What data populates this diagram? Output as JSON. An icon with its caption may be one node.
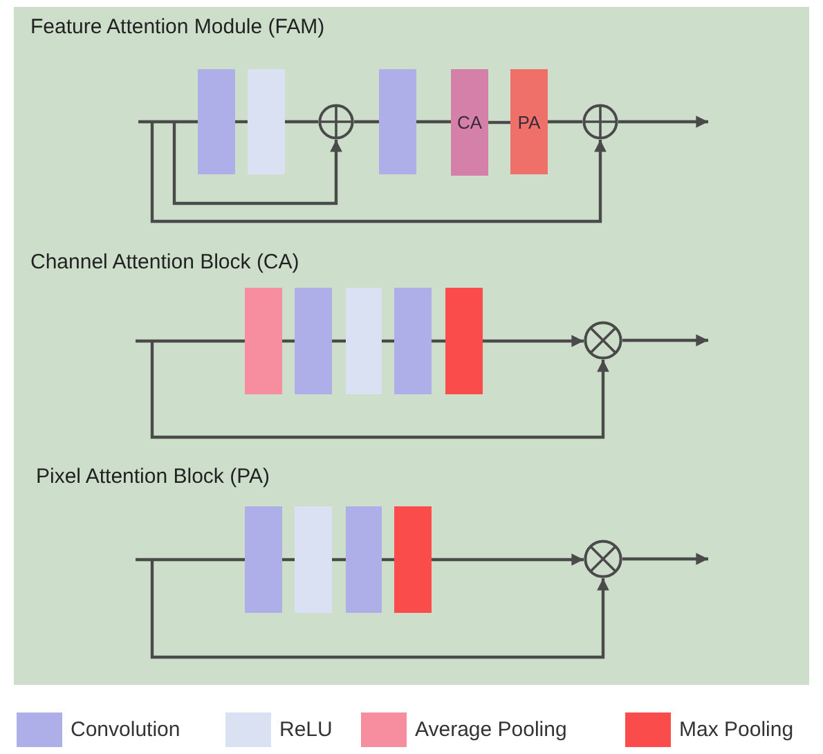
{
  "diagram": {
    "nodes": [
      {
        "text": [],
        "shape": "bar"
      },
      {
        "text": [],
        "shape": "bar"
      },
      {
        "text": [],
        "shape": "circle"
      },
      {
        "text": [],
        "shape": "bar"
      },
      {
        "text": [
          "CA"
        ]
      },
      {
        "text": [
          "PA"
        ]
      },
      {
        "text": [],
        "shape": "circle"
      },
      {
        "text": [],
        "shape": "bar"
      },
      {
        "text": [],
        "shape": "bar"
      },
      {
        "text": [],
        "shape": "bar"
      },
      {
        "text": [],
        "shape": "bar"
      },
      {
        "text": [],
        "shape": "bar"
      },
      {
        "text": [],
        "shape": "circle"
      },
      {
        "text": [],
        "shape": "bar"
      },
      {
        "text": [],
        "shape": "bar"
      },
      {
        "text": [],
        "shape": "bar"
      },
      {
        "text": [],
        "shape": "bar"
      },
      {
        "text": [],
        "shape": "circle"
      }
    ],
    "edges": [
      {
        "from": null,
        "to": 0,
        "arrow": "none"
      },
      {
        "from": 0,
        "to": 1,
        "arrow": "none"
      },
      {
        "from": 1,
        "to": 2,
        "arrow": "none"
      },
      {
        "from": 2,
        "to": 3,
        "arrow": "none"
      },
      {
        "from": 3,
        "to": 4,
        "arrow": "none"
      },
      {
        "from": 4,
        "to": 5,
        "arrow": "none"
      },
      {
        "from": 5,
        "to": 6,
        "arrow": "none"
      },
      {
        "from": 6,
        "to": null,
        "arrow": "to"
      },
      {
        "from": null,
        "to": 2,
        "arrow": "to"
      },
      {
        "from": null,
        "to": 6,
        "arrow": "to"
      },
      {
        "from": null,
        "to": 7,
        "arrow": "none"
      },
      {
        "from": 7,
        "to": 8,
        "arrow": "none"
      },
      {
        "from": 8,
        "to": 9,
        "arrow": "none"
      },
      {
        "from": 9,
        "to": 10,
        "arrow": "none"
      },
      {
        "from": 10,
        "to": 11,
        "arrow": "none"
      },
      {
        "from": 11,
        "to": 12,
        "arrow": "to"
      },
      {
        "from": 12,
        "to": null,
        "arrow": "to"
      },
      {
        "from": null,
        "to": 12,
        "arrow": "to"
      },
      {
        "from": null,
        "to": 13,
        "arrow": "none"
      },
      {
        "from": 13,
        "to": 14,
        "arrow": "none"
      },
      {
        "from": 14,
        "to": 15,
        "arrow": "none"
      },
      {
        "from": 15,
        "to": 16,
        "arrow": "none"
      },
      {
        "from": 16,
        "to": 17,
        "arrow": "to"
      },
      {
        "from": 17,
        "to": null,
        "arrow": "to"
      },
      {
        "from": null,
        "to": 17,
        "arrow": "to"
      }
    ],
    "labels": [
      "Feature Attention Module (FAM)",
      "Channel Attention Block (CA)",
      "Pixel Attention Block (PA)"
    ],
    "legend": [
      {
        "text": "Convolution",
        "color": "#aeaee8"
      },
      {
        "text": "ReLU",
        "color": "#d9e1f2"
      },
      {
        "text": "Average Pooling",
        "color": "#f78ea0"
      },
      {
        "text": "Max Pooling",
        "color": "#fb4c4c"
      }
    ]
  }
}
